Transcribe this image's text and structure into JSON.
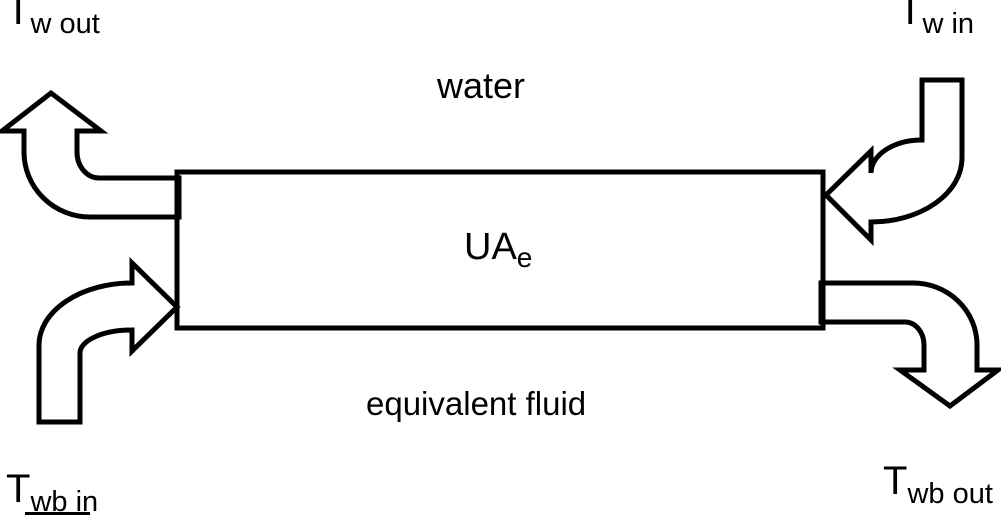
{
  "diagram": {
    "box": {
      "label_main": "UA",
      "label_sub": "e"
    },
    "streams": {
      "top": "water",
      "bottom": "equivalent fluid"
    },
    "temperatures": {
      "water_out": {
        "main": "T",
        "sub": "w out"
      },
      "water_in": {
        "main": "T",
        "sub": "w in"
      },
      "wetbulb_in": {
        "main": "T",
        "sub": "wb in"
      },
      "wetbulb_out": {
        "main": "T",
        "sub": "wb out"
      }
    },
    "colors": {
      "line": "#000000",
      "background": "#ffffff",
      "shape_fill": "#ffffff"
    }
  }
}
